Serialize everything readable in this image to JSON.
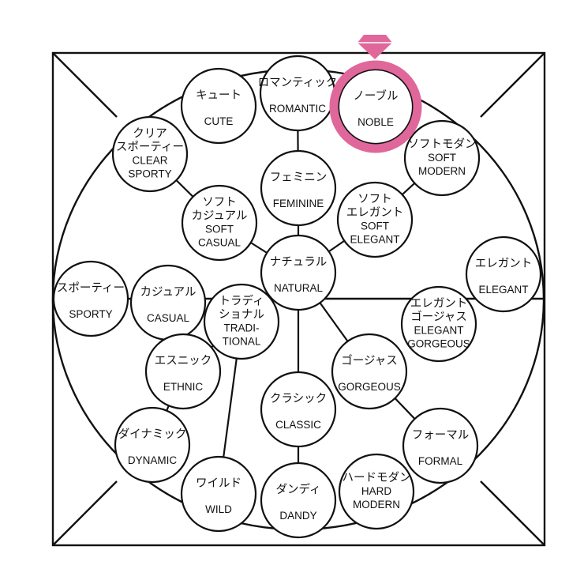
{
  "colors": {
    "line": "#111111",
    "background": "#ffffff",
    "highlight": "#e0679a"
  },
  "nodes": [
    {
      "id": "cute",
      "ja": [
        "キュート"
      ],
      "en": [
        "CUTE"
      ]
    },
    {
      "id": "romantic",
      "ja": [
        "ロマンティック"
      ],
      "en": [
        "ROMANTIC"
      ]
    },
    {
      "id": "noble",
      "ja": [
        "ノーブル"
      ],
      "en": [
        "NOBLE"
      ],
      "highlighted": true
    },
    {
      "id": "clear-sporty",
      "ja": [
        "クリア",
        "スポーティー"
      ],
      "en": [
        "CLEAR",
        "SPORTY"
      ]
    },
    {
      "id": "soft-modern",
      "ja": [
        "ソフトモダン"
      ],
      "en": [
        "SOFT",
        "MODERN"
      ]
    },
    {
      "id": "feminine",
      "ja": [
        "フェミニン"
      ],
      "en": [
        "FEMININE"
      ]
    },
    {
      "id": "soft-casual",
      "ja": [
        "ソフト",
        "カジュアル"
      ],
      "en": [
        "SOFT",
        "CASUAL"
      ]
    },
    {
      "id": "soft-elegant",
      "ja": [
        "ソフト",
        "エレガント"
      ],
      "en": [
        "SOFT",
        "ELEGANT"
      ]
    },
    {
      "id": "natural",
      "ja": [
        "ナチュラル"
      ],
      "en": [
        "NATURAL"
      ]
    },
    {
      "id": "elegant",
      "ja": [
        "エレガント"
      ],
      "en": [
        "ELEGANT"
      ]
    },
    {
      "id": "sporty",
      "ja": [
        "スポーティー"
      ],
      "en": [
        "SPORTY"
      ]
    },
    {
      "id": "casual",
      "ja": [
        "カジュアル"
      ],
      "en": [
        "CASUAL"
      ]
    },
    {
      "id": "traditional",
      "ja": [
        "トラディ",
        "ショナル"
      ],
      "en": [
        "TRADI-",
        "TIONAL"
      ]
    },
    {
      "id": "elegant-gorgeous",
      "ja": [
        "エレガント",
        "ゴージャス"
      ],
      "en": [
        "ELEGANT",
        "GORGEOUS"
      ]
    },
    {
      "id": "ethnic",
      "ja": [
        "エスニック"
      ],
      "en": [
        "ETHNIC"
      ]
    },
    {
      "id": "gorgeous",
      "ja": [
        "ゴージャス"
      ],
      "en": [
        "GORGEOUS"
      ]
    },
    {
      "id": "classic",
      "ja": [
        "クラシック"
      ],
      "en": [
        "CLASSIC"
      ]
    },
    {
      "id": "dynamic",
      "ja": [
        "ダイナミック"
      ],
      "en": [
        "DYNAMIC"
      ]
    },
    {
      "id": "formal",
      "ja": [
        "フォーマル"
      ],
      "en": [
        "FORMAL"
      ]
    },
    {
      "id": "wild",
      "ja": [
        "ワイルド"
      ],
      "en": [
        "WILD"
      ]
    },
    {
      "id": "dandy",
      "ja": [
        "ダンディ"
      ],
      "en": [
        "DANDY"
      ]
    },
    {
      "id": "hard-modern",
      "ja": [
        "ハードモダン"
      ],
      "en": [
        "HARD",
        "MODERN"
      ]
    }
  ]
}
